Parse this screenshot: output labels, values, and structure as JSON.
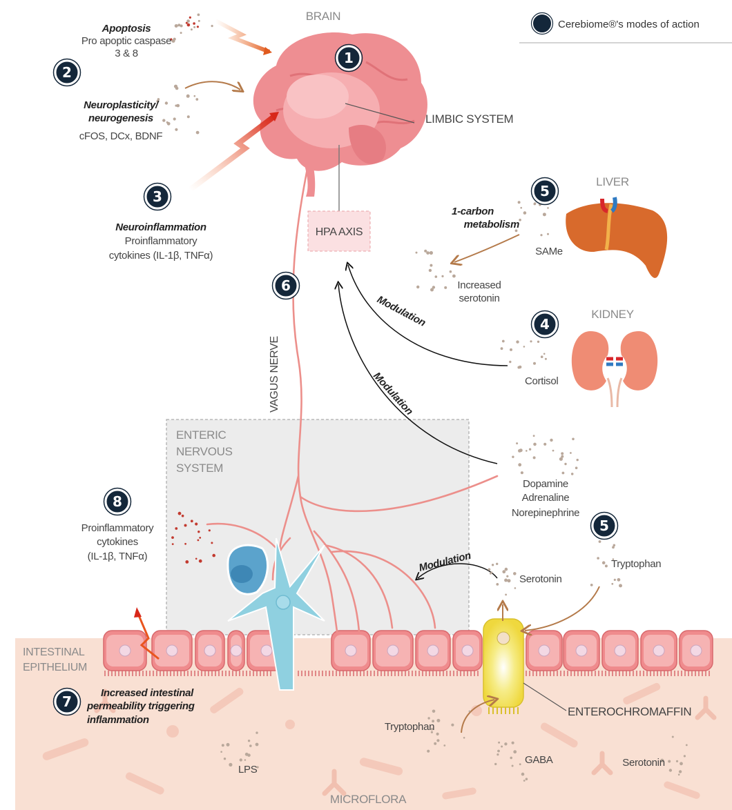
{
  "legend": {
    "label": "Cerebiome®'s modes of action"
  },
  "organs": {
    "brain": "BRAIN",
    "liver": "LIVER",
    "kidney": "KIDNEY"
  },
  "structures": {
    "limbic": "LIMBIC SYSTEM",
    "hpa": "HPA AXIS",
    "vagus": "VAGUS NERVE",
    "ens": [
      "ENTERIC",
      "NERVOUS",
      "SYSTEM"
    ],
    "epithelium": [
      "INTESTINAL",
      "EPITHELIUM"
    ],
    "enterochromaffin": "ENTEROCHROMAFFIN",
    "microflora": "MICROFLORA"
  },
  "modes": {
    "m1": "1",
    "m2": {
      "number": "2",
      "title": [
        "Neuroplasticity/",
        "neurogenesis"
      ],
      "detail": "cFOS, DCx, BDNF"
    },
    "apoptosis": {
      "title": "Apoptosis",
      "detail": [
        "Pro apoptic caspase",
        "3 & 8"
      ]
    },
    "m3": {
      "number": "3",
      "title": "Neuroinflammation",
      "detail": [
        "Proinflammatory",
        "cytokines (IL-1β, TNFα)"
      ]
    },
    "m4": {
      "number": "4",
      "label": "Cortisol"
    },
    "m5_liver": {
      "number": "5",
      "title": [
        "1-carbon",
        "metabolism"
      ],
      "label": "SAMe",
      "result": [
        "Increased",
        "serotonin"
      ]
    },
    "m5_gut": {
      "number": "5",
      "label": "Tryptophan"
    },
    "m6": "6",
    "m7": {
      "number": "7",
      "title": [
        "Increased intestinal",
        "permeability triggering",
        "inflammation"
      ]
    },
    "m8": {
      "number": "8",
      "detail": [
        "Proinflammatory",
        "cytokines",
        "(IL-1β, TNFα)"
      ]
    }
  },
  "neurotransmitters": [
    "Dopamine",
    "Adrenaline",
    "Norepinephrine"
  ],
  "gut_labels": {
    "serotonin_upper": "Serotonin",
    "tryptophan_lower": "Tryptophan",
    "lps": "LPS",
    "gaba": "GABA",
    "serotonin_lower": "Serotonin"
  },
  "arrows": {
    "modulation_1": "Modulation",
    "modulation_2": "Modulation",
    "modulation_3": "Modulation"
  },
  "colors": {
    "badge": "#14273a",
    "brain": "#ee8e92",
    "nerve": "#ec8f8b",
    "liver": "#d86a2c",
    "kidney": "#ef8c74",
    "ens_box": "#ececec",
    "mucosa": "#f9e0d3",
    "enterochromaffin": "#f4e55b",
    "neuron": "#8fd0e0"
  }
}
